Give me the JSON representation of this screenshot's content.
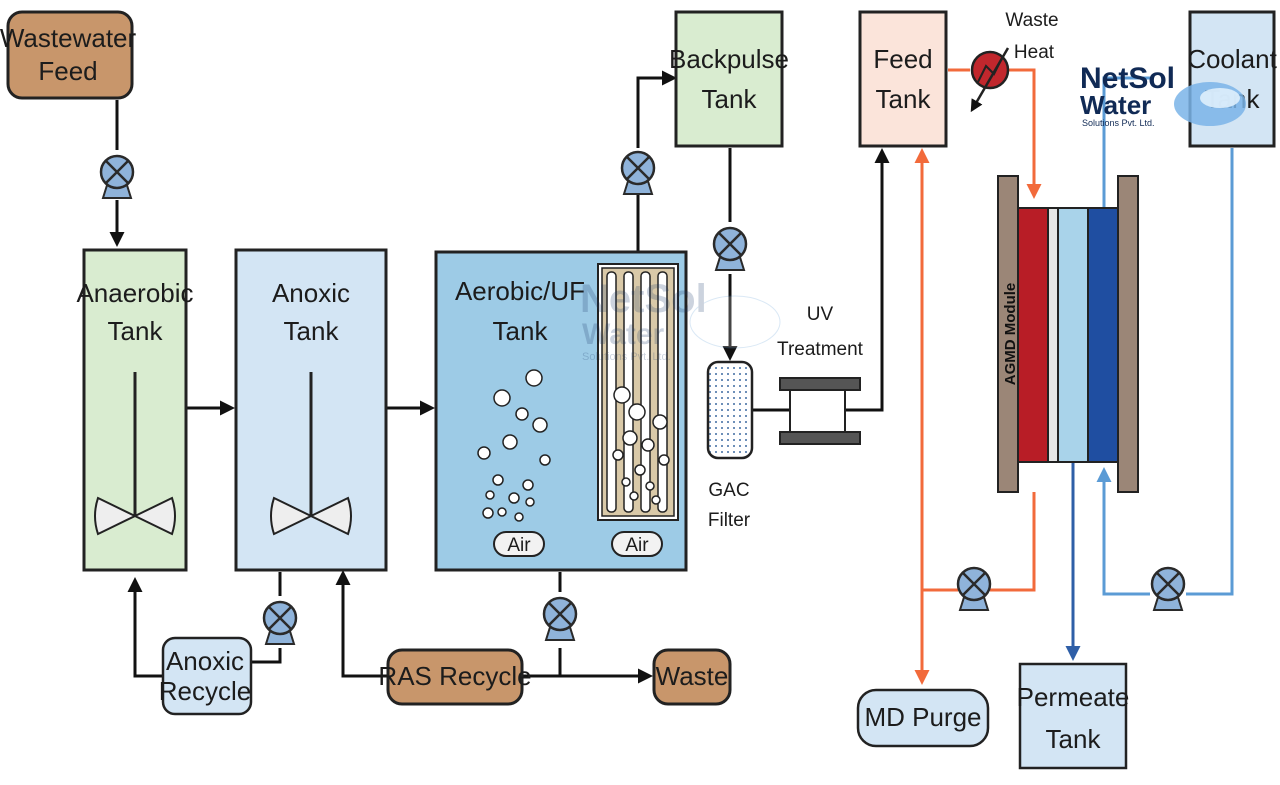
{
  "diagram": {
    "nodes": {
      "wastewater_feed": [
        "Wastewater",
        "Feed"
      ],
      "anaerobic_tank": [
        "Anaerobic",
        "Tank"
      ],
      "anoxic_tank": [
        "Anoxic",
        "Tank"
      ],
      "aerobic_uf_tank": [
        "Aerobic/UF",
        "Tank"
      ],
      "backpulse_tank": [
        "Backpulse",
        "Tank"
      ],
      "gac_filter": [
        "GAC",
        "Filter"
      ],
      "uv_treatment": [
        "UV",
        "Treatment"
      ],
      "feed_tank": [
        "Feed",
        "Tank"
      ],
      "waste_heat": [
        "Waste",
        "Heat"
      ],
      "coolant_tank": [
        "Coolant",
        "Tank"
      ],
      "agmd_module": "AGMD Module",
      "anoxic_recycle": [
        "Anoxic",
        "Recycle"
      ],
      "ras_recycle": "RAS Recycle",
      "waste": "Waste",
      "md_purge": "MD Purge",
      "permeate_tank": [
        "Permeate",
        "Tank"
      ],
      "air_diffuser": "Air",
      "air_membrane": "Air"
    },
    "watermark": {
      "name": "NetSol",
      "water": "Water",
      "tagline": "Solutions Pvt. Ltd."
    },
    "colors": {
      "brown": "#c8966b",
      "green": "#d9ecd0",
      "light_blue": "#d3e5f4",
      "aerobic_blue": "#9dcbe6",
      "feed_pink": "#fbe4da",
      "orange_line": "#f26a3b",
      "blue_line": "#5b9bd5",
      "dark_blue_line": "#2f5fa7",
      "pump_fill": "#8fb3da",
      "agmd_red": "#b81d26",
      "agmd_navy": "#1f4ea1",
      "agmd_frame": "#9b8677"
    }
  }
}
